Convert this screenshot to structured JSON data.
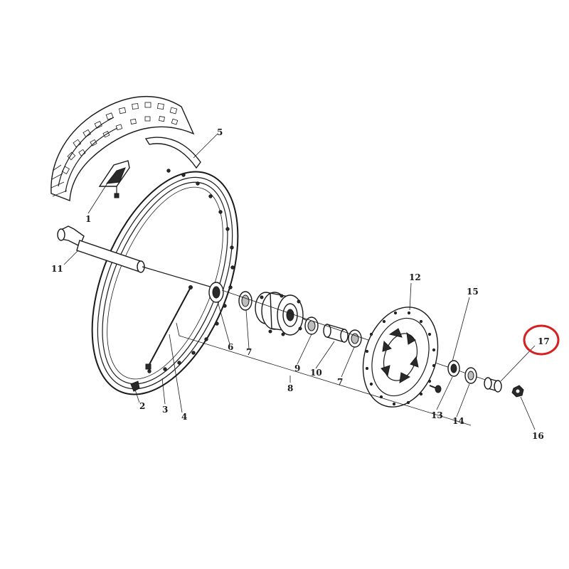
{
  "diagram": {
    "callouts": [
      {
        "id": "1",
        "text": "1"
      },
      {
        "id": "2",
        "text": "2"
      },
      {
        "id": "3",
        "text": "3"
      },
      {
        "id": "4",
        "text": "4"
      },
      {
        "id": "5",
        "text": "5"
      },
      {
        "id": "6",
        "text": "6"
      },
      {
        "id": "7a",
        "text": "7"
      },
      {
        "id": "7b",
        "text": "7"
      },
      {
        "id": "8",
        "text": "8"
      },
      {
        "id": "9",
        "text": "9"
      },
      {
        "id": "10",
        "text": "10"
      },
      {
        "id": "11",
        "text": "11"
      },
      {
        "id": "12",
        "text": "12"
      },
      {
        "id": "13",
        "text": "13"
      },
      {
        "id": "14",
        "text": "14"
      },
      {
        "id": "15",
        "text": "15"
      },
      {
        "id": "16",
        "text": "16"
      },
      {
        "id": "17",
        "text": "17"
      }
    ],
    "highlight": {
      "target": "17",
      "color": "#d62020"
    },
    "colors": {
      "ink": "#1a1a1a",
      "background": "#ffffff"
    }
  }
}
